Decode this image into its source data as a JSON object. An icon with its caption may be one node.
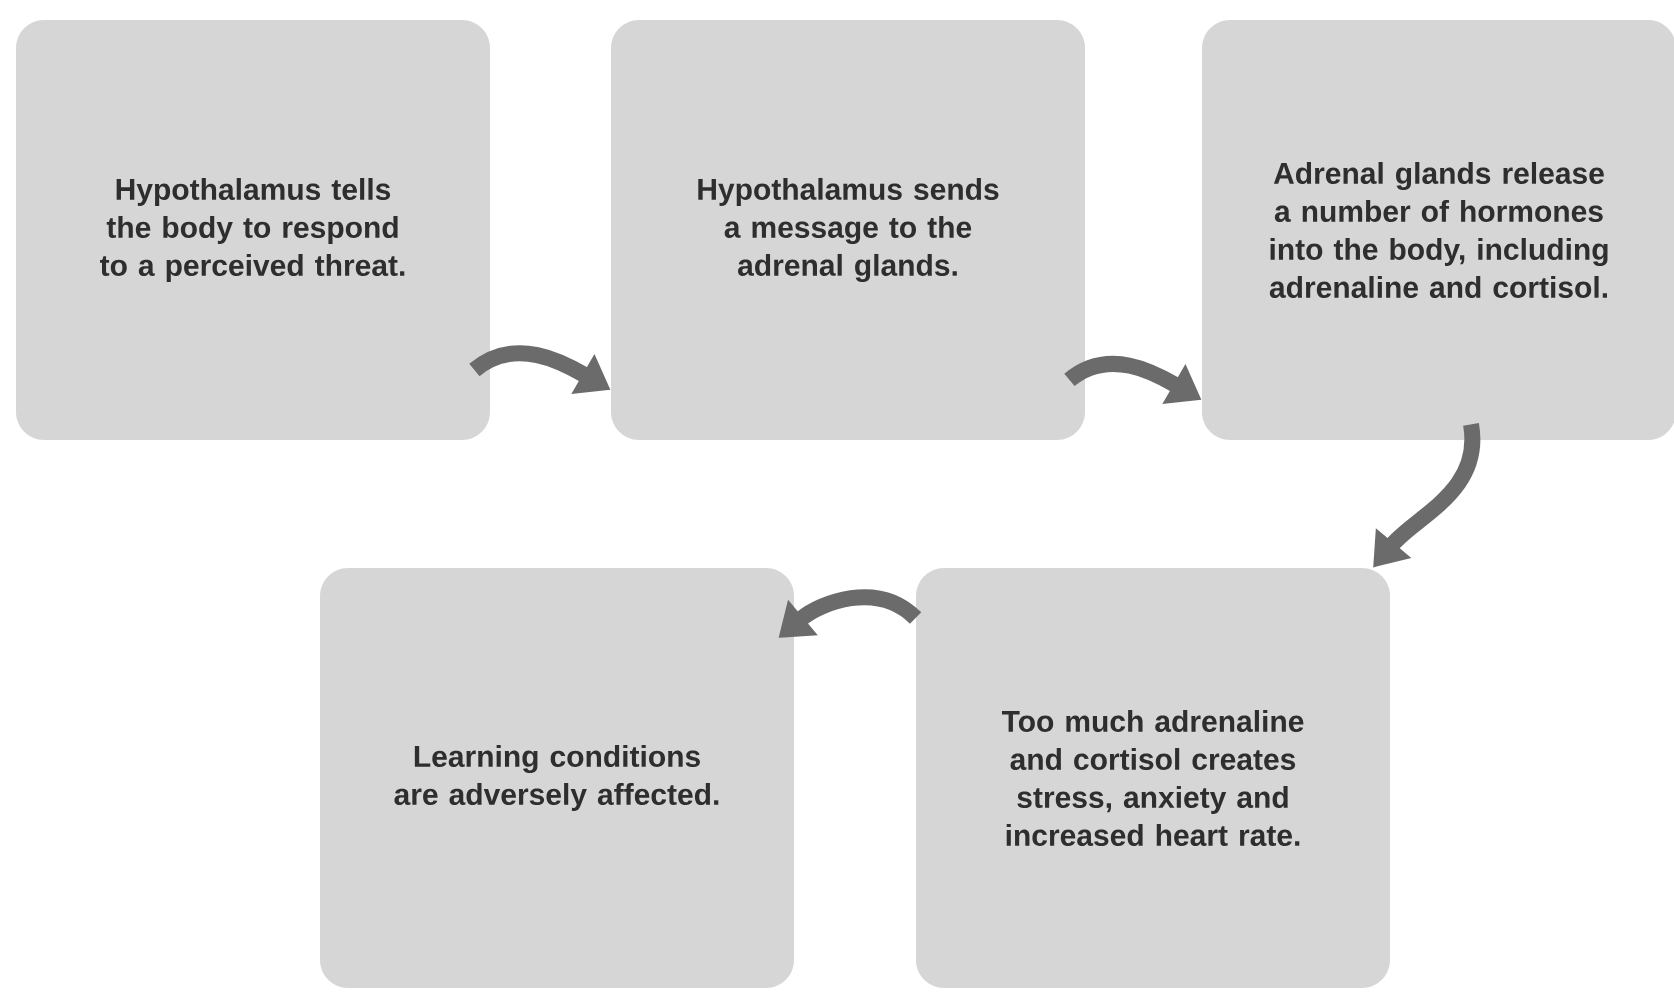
{
  "diagram": {
    "nodes": [
      {
        "text": [
          "Hypothalamus tells the body to respond to a perceived threat."
        ]
      },
      {
        "text": [
          "Hypothalamus sends a message to the adrenal glands."
        ]
      },
      {
        "text": [
          "Adrenal glands release a number of hormones into the body, including adrenaline and cortisol."
        ]
      },
      {
        "text": [
          "Too much adrenaline and cortisol creates stress, anxiety and increased heart rate."
        ]
      },
      {
        "text": [
          "Learning conditions are adversely affected."
        ]
      }
    ],
    "edges": [
      {
        "from": 0,
        "to": 1,
        "arrow": "to"
      },
      {
        "from": 1,
        "to": 2,
        "arrow": "to"
      },
      {
        "from": 2,
        "to": 3,
        "arrow": "to"
      },
      {
        "from": 3,
        "to": 4,
        "arrow": "to"
      }
    ]
  }
}
